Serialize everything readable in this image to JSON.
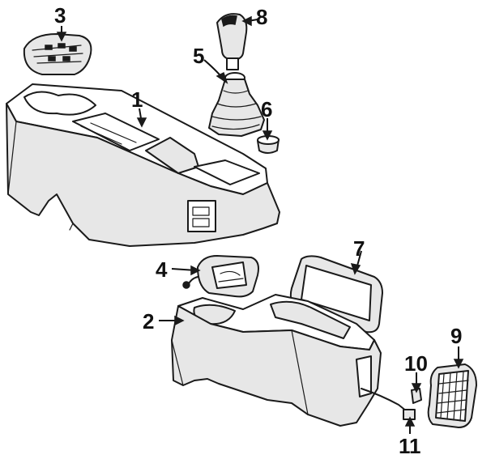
{
  "colors": {
    "line": "#1a1a1a",
    "shade": "#e7e7e7",
    "background": "#ffffff"
  },
  "callouts": [
    {
      "id": "1",
      "label": "1"
    },
    {
      "id": "2",
      "label": "2"
    },
    {
      "id": "3",
      "label": "3"
    },
    {
      "id": "4",
      "label": "4"
    },
    {
      "id": "5",
      "label": "5"
    },
    {
      "id": "6",
      "label": "6"
    },
    {
      "id": "7",
      "label": "7"
    },
    {
      "id": "8",
      "label": "8"
    },
    {
      "id": "9",
      "label": "9"
    },
    {
      "id": "10",
      "label": "10"
    },
    {
      "id": "11",
      "label": "11"
    }
  ]
}
